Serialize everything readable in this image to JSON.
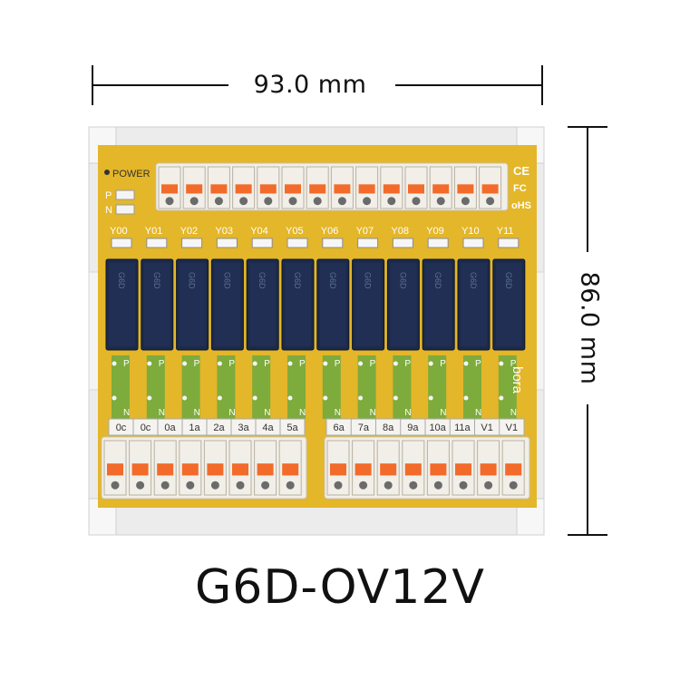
{
  "dimensions": {
    "width_label": "93.0 mm",
    "height_label": "86.0 mm"
  },
  "model_name": "G6D-OV12V",
  "board": {
    "power_label": "POWER",
    "p_label": "P",
    "n_label": "N",
    "ce_mark": "CE",
    "fc_mark": "FC",
    "rohs_mark": "oHS",
    "brand_vertical": "bora",
    "relay_text": "G6D",
    "channel_labels": [
      "Y00",
      "Y01",
      "Y02",
      "Y03",
      "Y04",
      "Y05",
      "Y06",
      "Y07",
      "Y08",
      "Y09",
      "Y10",
      "Y11"
    ],
    "terminal_labels_left": [
      "0c",
      "0c",
      "0a",
      "1a",
      "2a",
      "3a",
      "4a",
      "5a"
    ],
    "terminal_labels_right": [
      "6a",
      "7a",
      "8a",
      "9a",
      "10a",
      "11a",
      "V1",
      "V1"
    ],
    "relay_count": 12,
    "colors": {
      "pcb": "#e4b629",
      "pcb_green": "#7dab3c",
      "rail": "#ebebeb",
      "terminal_body": "#f2efe8",
      "terminal_lever": "#f26b2a",
      "relay": "#1c2a4a"
    }
  }
}
